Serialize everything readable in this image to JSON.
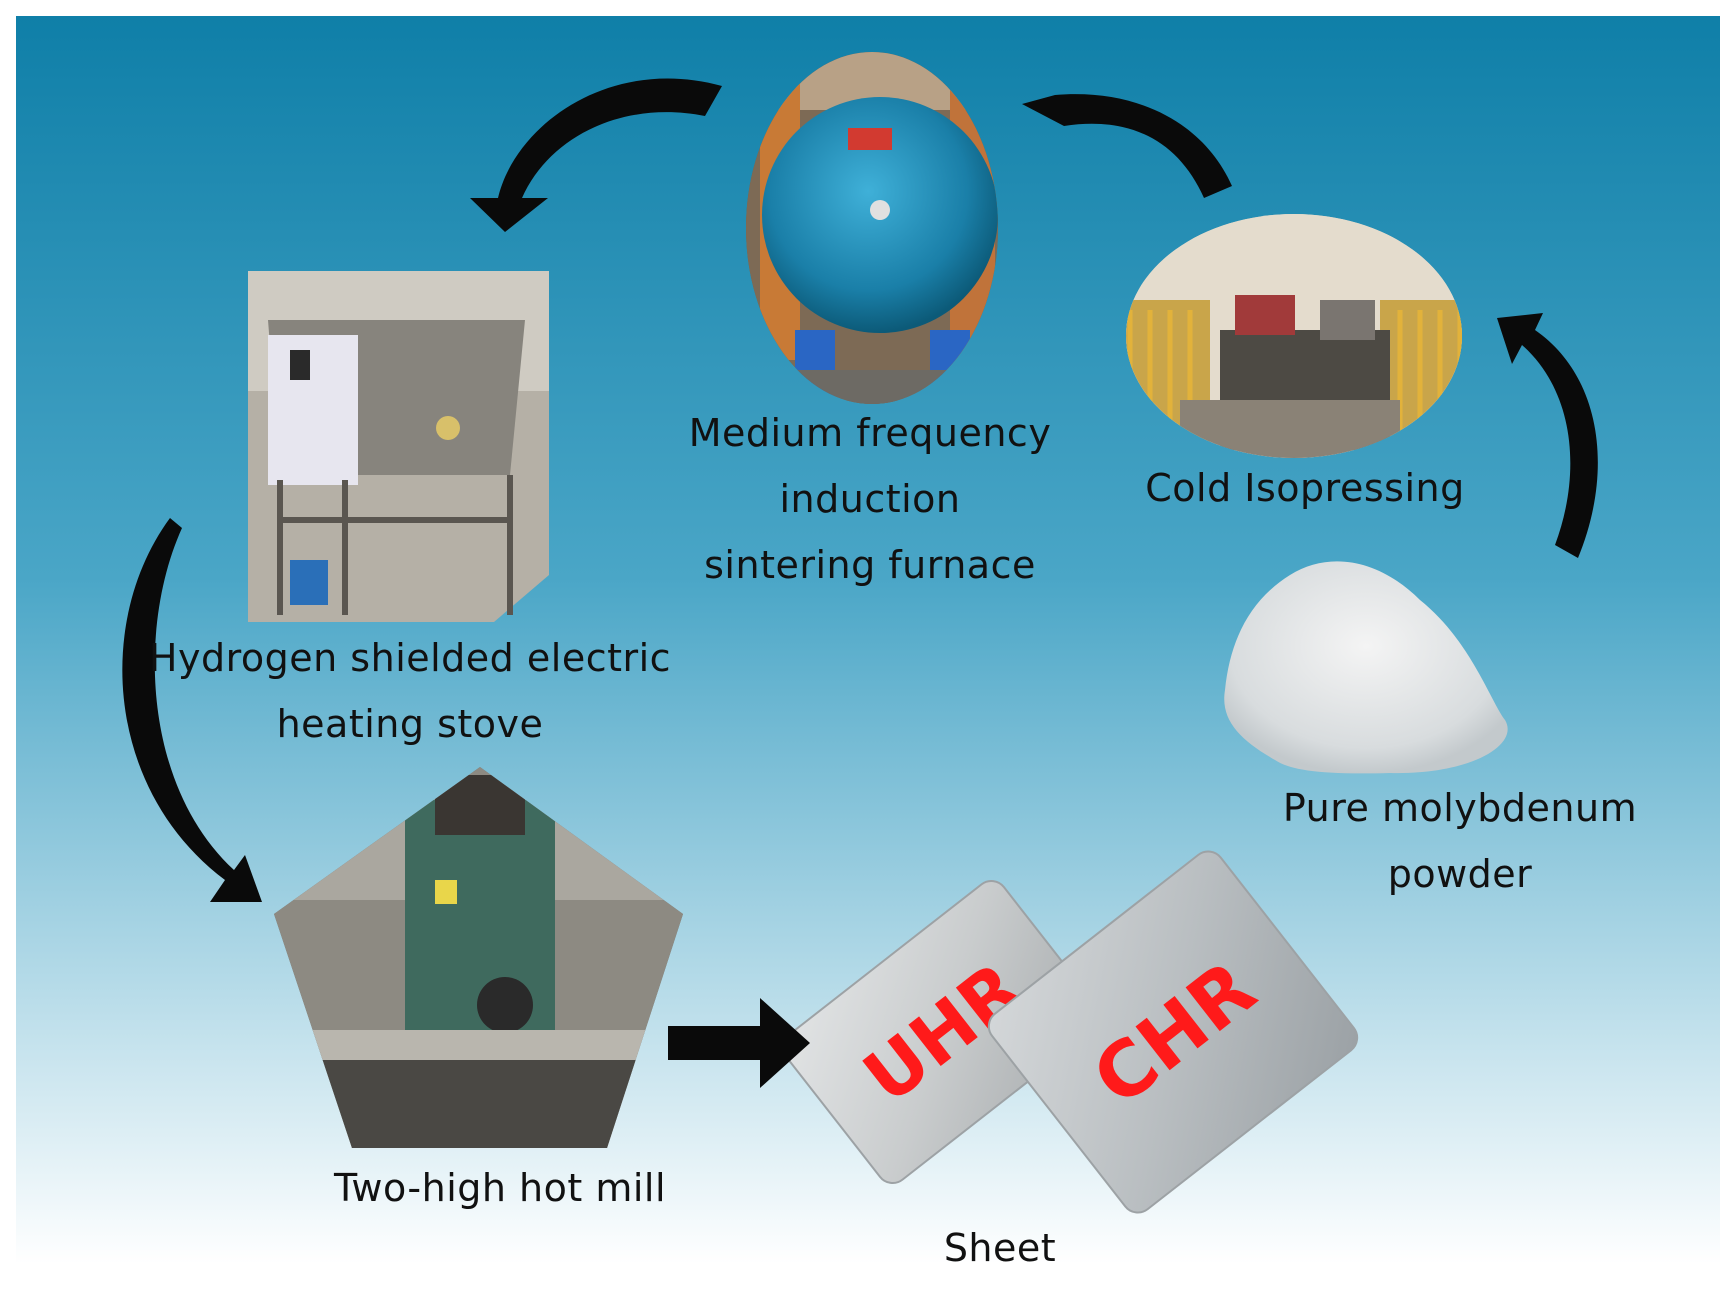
{
  "colors": {
    "background_top": "#0f7fa8",
    "background_mid": "#4aa6c7",
    "background_bottom": "#ffffff",
    "arrow": "#0a0a0a",
    "sheet_text": "#ff1a1a"
  },
  "steps": [
    {
      "id": "powder",
      "lines": [
        "Pure molybdenum",
        "powder"
      ]
    },
    {
      "id": "press",
      "lines": [
        "Cold Isopressing"
      ]
    },
    {
      "id": "furnace",
      "lines": [
        "Medium frequency",
        "induction",
        "sintering furnace"
      ]
    },
    {
      "id": "stove",
      "lines": [
        "Hydrogen shielded electric",
        "heating stove"
      ]
    },
    {
      "id": "mill",
      "lines": [
        "Two-high hot mill"
      ]
    },
    {
      "id": "sheet",
      "lines": [
        "Sheet"
      ]
    }
  ],
  "sheets": [
    {
      "id": "uhr",
      "mark": "UHR"
    },
    {
      "id": "chr",
      "mark": "CHR"
    }
  ]
}
